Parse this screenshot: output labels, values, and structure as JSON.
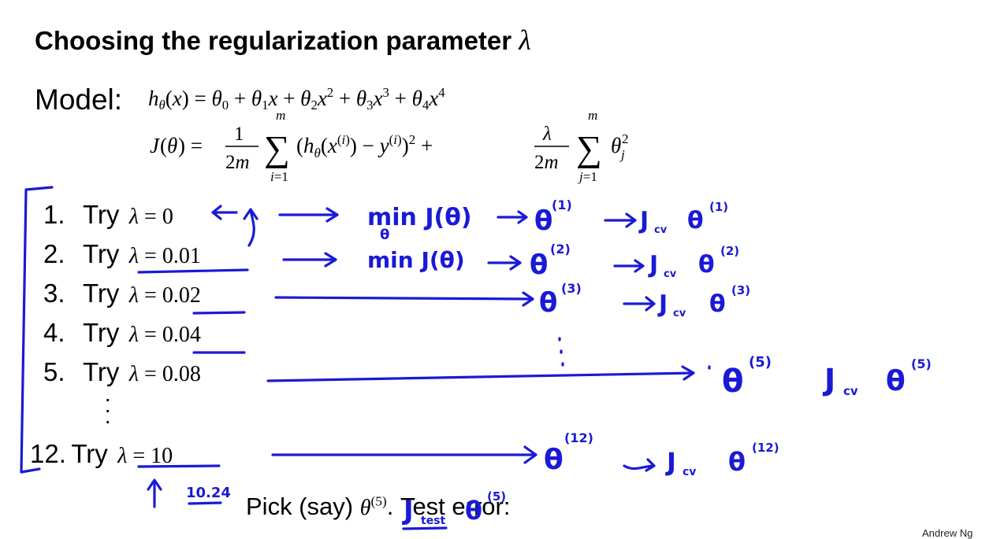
{
  "title": {
    "text": "Choosing the regularization parameter",
    "symbol": "λ"
  },
  "model": {
    "label": "Model:"
  },
  "steps": [
    {
      "num": "1.",
      "try": "Try",
      "value": "0"
    },
    {
      "num": "2.",
      "try": "Try",
      "value": "0.01"
    },
    {
      "num": "3.",
      "try": "Try",
      "value": "0.02"
    },
    {
      "num": "4.",
      "try": "Try",
      "value": "0.04"
    },
    {
      "num": "5.",
      "try": "Try",
      "value": "0.08"
    },
    {
      "num": "12.",
      "try": "Try",
      "value": "10"
    }
  ],
  "pick": {
    "prefix": "Pick (say)",
    "suffix": ". Test error:"
  },
  "annotations": {
    "min_j": "min J(θ)",
    "theta": "θ",
    "j_cv": "J",
    "cv_sub": "cv",
    "test_sub": "test",
    "sup_1": "(1)",
    "sup_2": "(2)",
    "sup_3": "(3)",
    "sup_5": "(5)",
    "sup_12": "(12)",
    "note_1024": "10.24"
  },
  "credit": "Andrew Ng",
  "colors": {
    "ink": "#1a1ad6",
    "text": "#000000"
  }
}
